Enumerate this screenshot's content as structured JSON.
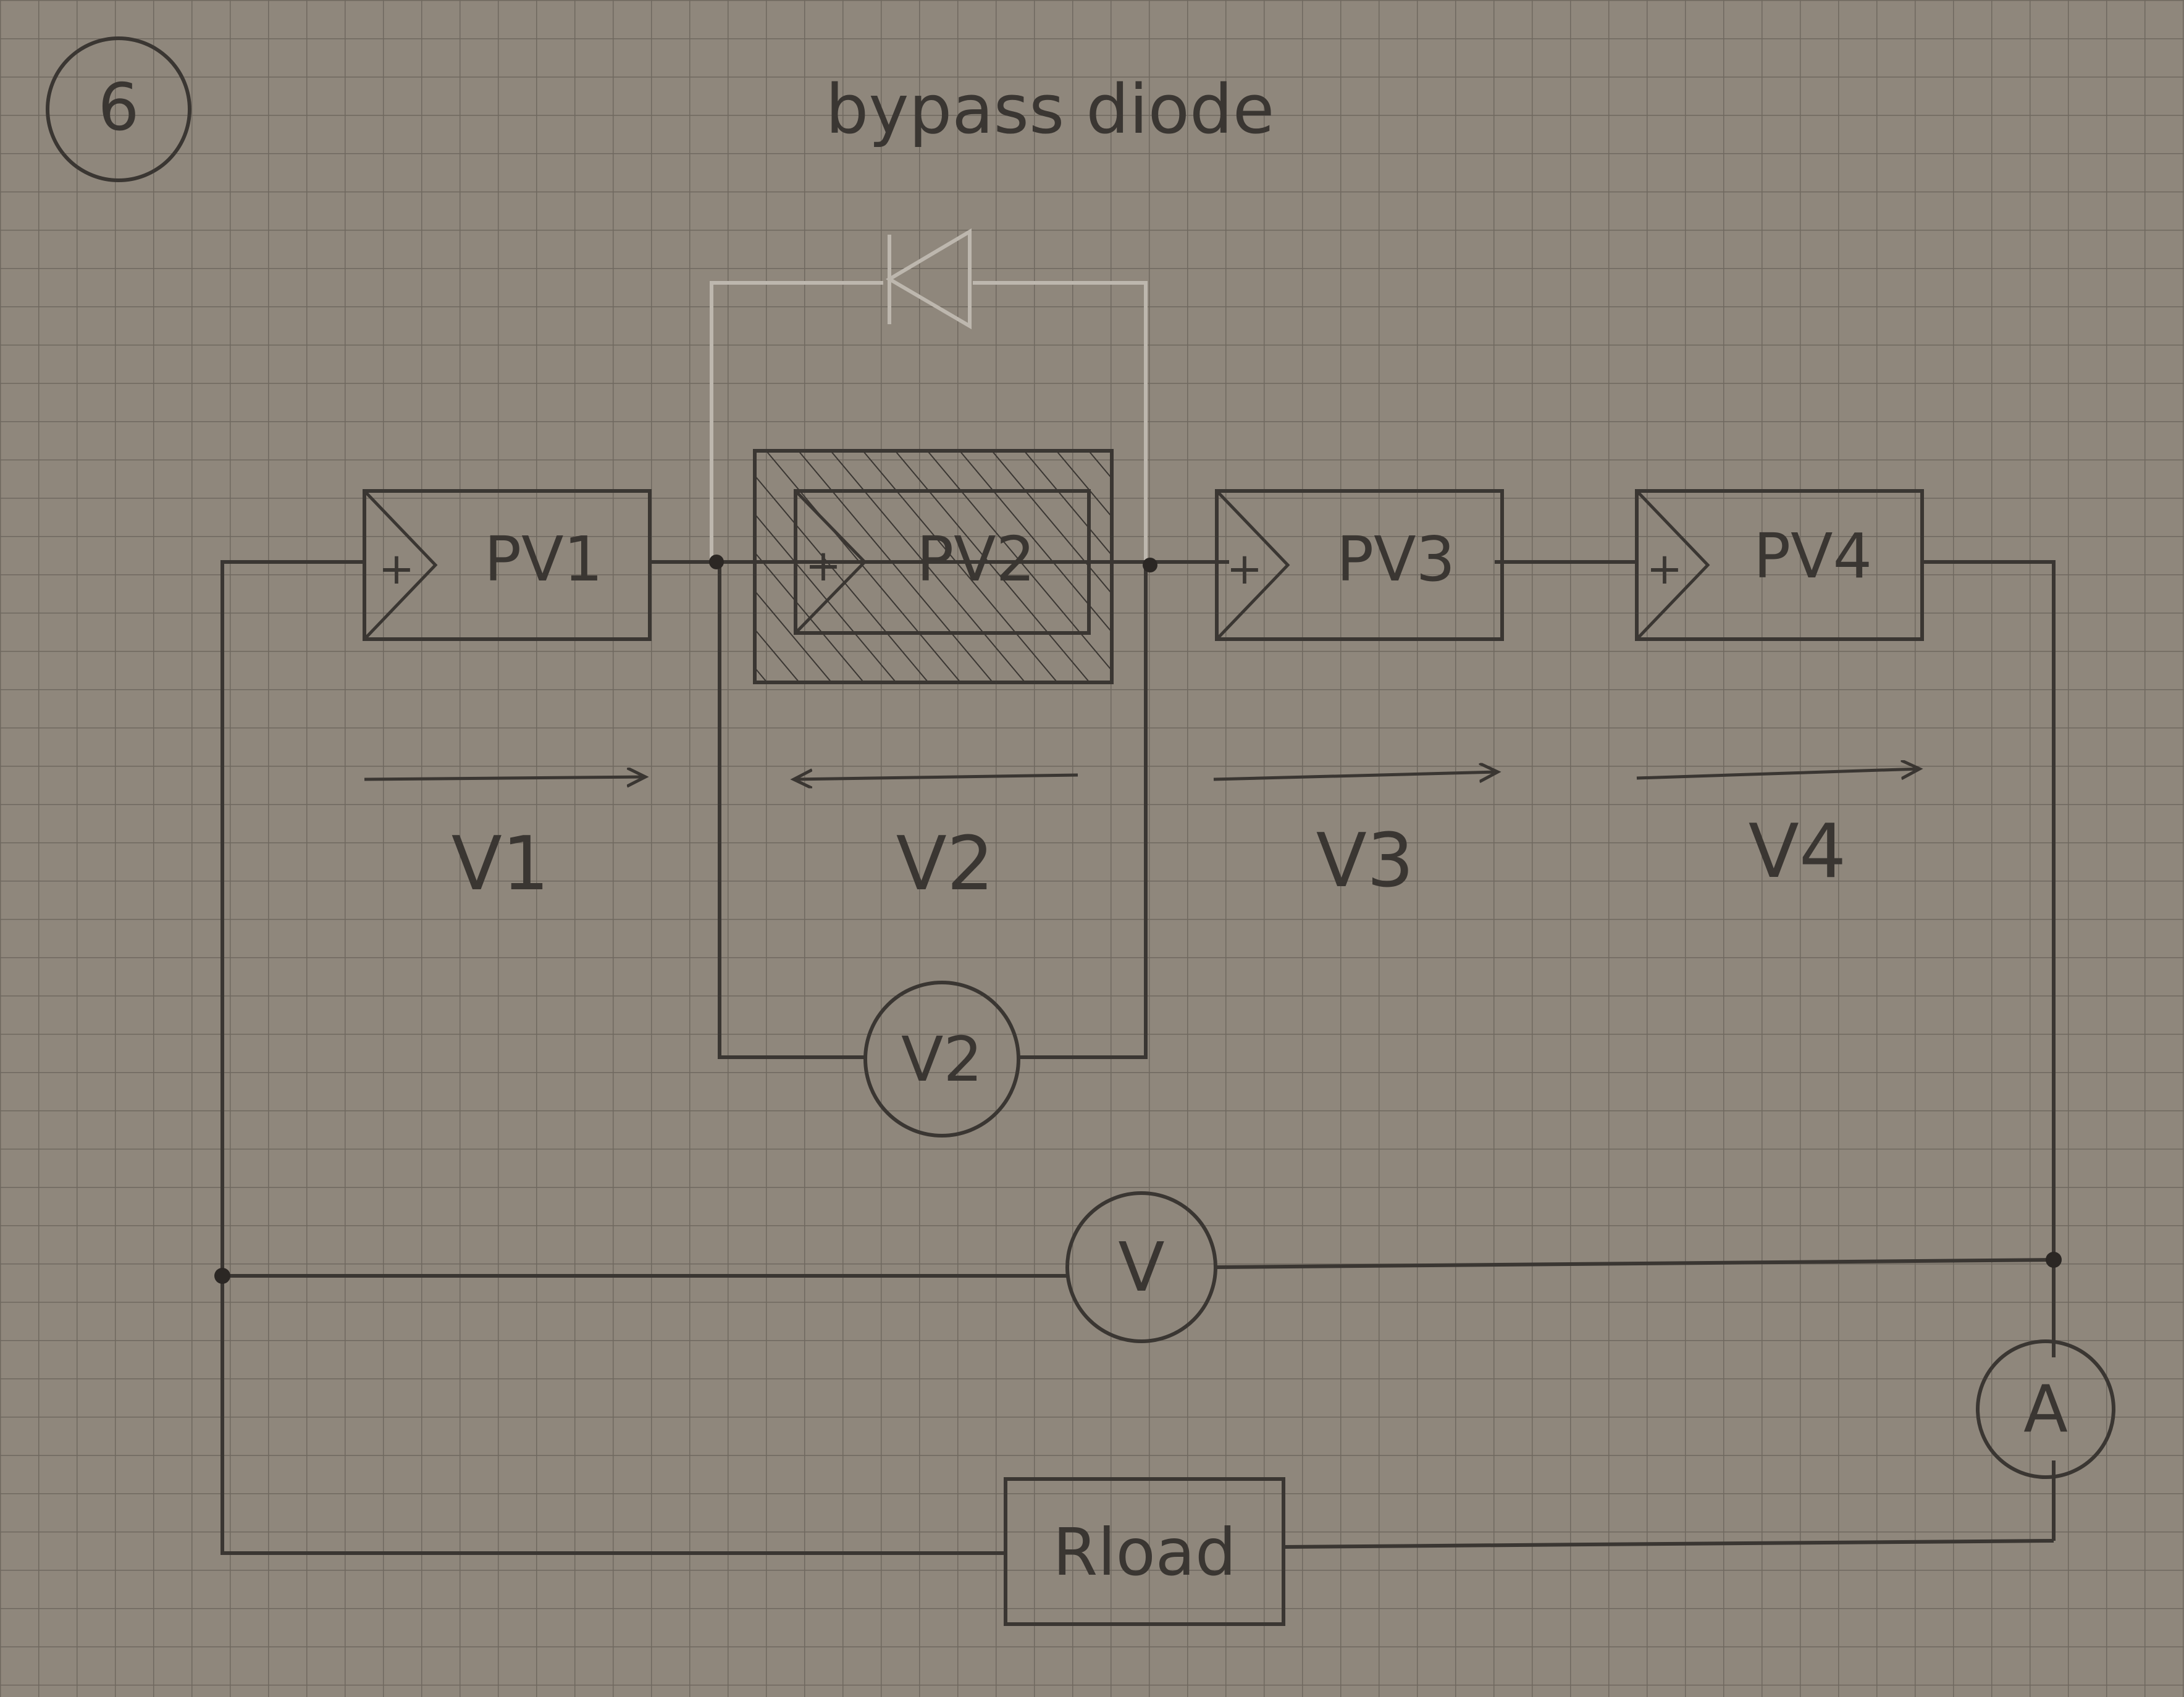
{
  "page": {
    "number": "6",
    "title": "bypass diode"
  },
  "modules": [
    {
      "name": "PV1",
      "polarity": "+",
      "shaded": false
    },
    {
      "name": "PV2",
      "polarity": "+",
      "shaded": true
    },
    {
      "name": "PV3",
      "polarity": "+",
      "shaded": false
    },
    {
      "name": "PV4",
      "polarity": "+",
      "shaded": false
    }
  ],
  "voltage_labels": [
    {
      "name": "V1",
      "arrow_direction": "right"
    },
    {
      "name": "V2",
      "arrow_direction": "left"
    },
    {
      "name": "V3",
      "arrow_direction": "right"
    },
    {
      "name": "V4",
      "arrow_direction": "right"
    }
  ],
  "meters": {
    "pv2_voltmeter": "V2",
    "string_voltmeter": "V",
    "ammeter": "A"
  },
  "load": {
    "label": "Rload"
  },
  "colors": {
    "paper": "#8f877c",
    "grid": "#6f685f",
    "ink": "#3a3632",
    "diode_ink": "#bdb7ae"
  }
}
